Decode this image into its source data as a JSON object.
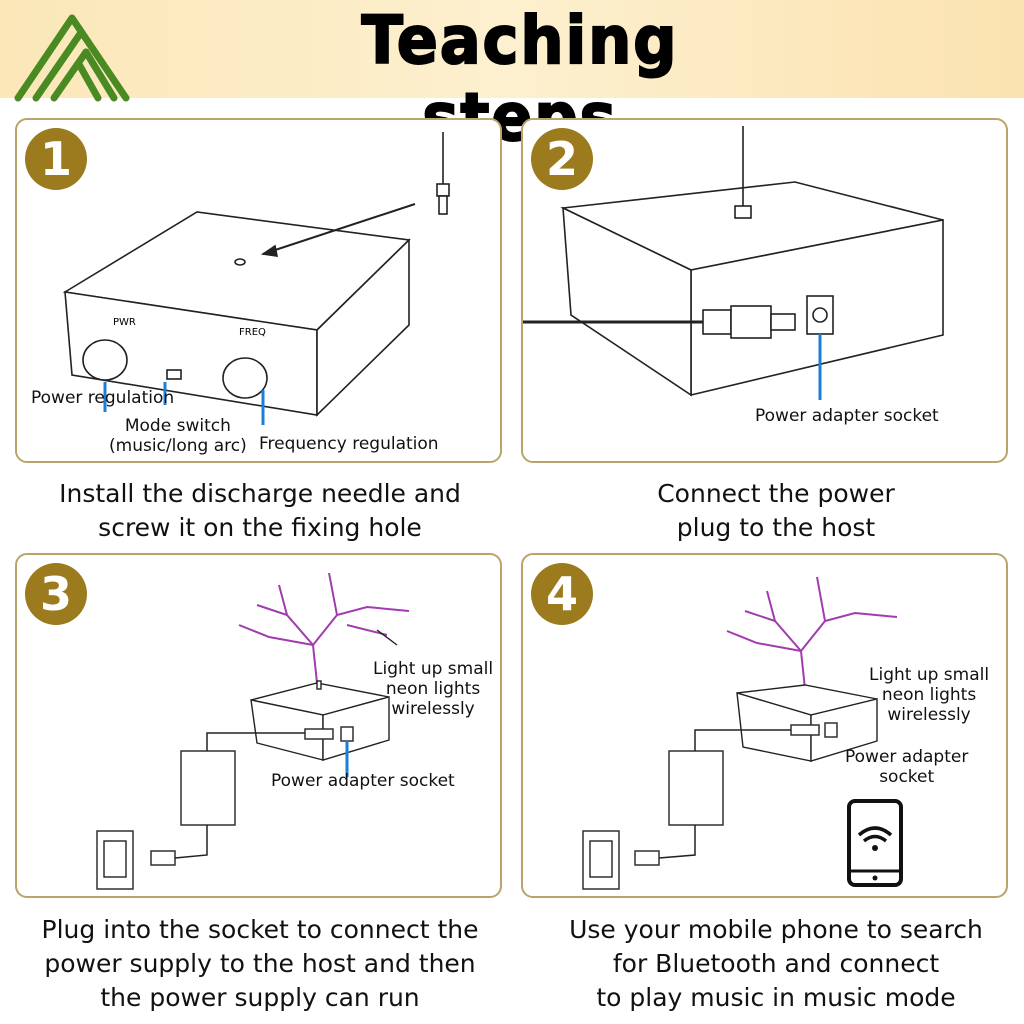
{
  "header": {
    "title": "Teaching steps"
  },
  "colors": {
    "accent": "#9c7b1f",
    "border": "#b9a46b",
    "logo": "#4a8a22",
    "pointer": "#1a7fd6",
    "arc": "#a23bb0"
  },
  "steps": [
    {
      "number": "1",
      "labels": {
        "pwr": "PWR",
        "freq": "FREQ",
        "power_regulation": "Power regulation",
        "mode_switch": "Mode switch",
        "mode_switch_detail": "(music/long arc)",
        "frequency_regulation": "Frequency regulation"
      },
      "caption": [
        "Install the discharge needle and",
        "screw it on the fixing hole"
      ]
    },
    {
      "number": "2",
      "labels": {
        "socket": "Power adapter socket"
      },
      "caption": [
        "Connect the power",
        "plug to the host"
      ]
    },
    {
      "number": "3",
      "labels": {
        "neon": [
          "Light up small",
          "neon lights",
          "wirelessly"
        ],
        "socket": "Power adapter socket"
      },
      "caption": [
        "Plug into the socket to connect the",
        "power supply to the host and then",
        "the power supply can run"
      ]
    },
    {
      "number": "4",
      "labels": {
        "neon": [
          "Light up small",
          "neon lights",
          "wirelessly"
        ],
        "socket": [
          "Power adapter",
          "socket"
        ]
      },
      "caption": [
        "Use your mobile phone to search",
        "for Bluetooth and connect",
        "to play music in music mode"
      ]
    }
  ]
}
